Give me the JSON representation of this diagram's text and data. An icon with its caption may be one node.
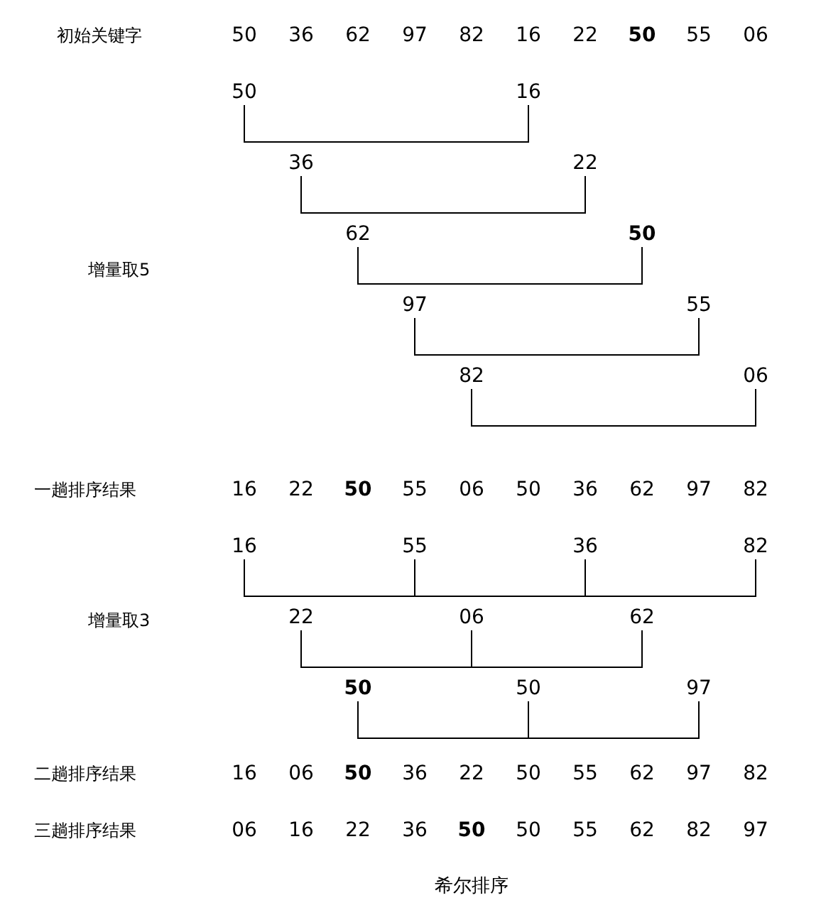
{
  "diagram": {
    "caption": "希尔排序",
    "nodes": [
      {
        "text": [
          "50"
        ]
      },
      {
        "text": [
          "16"
        ]
      },
      {
        "text": [
          "36"
        ]
      },
      {
        "text": [
          "22"
        ]
      },
      {
        "text": [
          "62"
        ]
      },
      {
        "text": [
          "50"
        ]
      },
      {
        "text": [
          "97"
        ]
      },
      {
        "text": [
          "55"
        ]
      },
      {
        "text": [
          "82"
        ]
      },
      {
        "text": [
          "06"
        ]
      },
      {
        "text": [
          "16"
        ]
      },
      {
        "text": [
          "55"
        ]
      },
      {
        "text": [
          "36"
        ]
      },
      {
        "text": [
          "82"
        ]
      },
      {
        "text": [
          "22"
        ]
      },
      {
        "text": [
          "06"
        ]
      },
      {
        "text": [
          "62"
        ]
      },
      {
        "text": [
          "50"
        ]
      },
      {
        "text": [
          "50"
        ]
      },
      {
        "text": [
          "97"
        ]
      }
    ],
    "edges": [
      {
        "from": 0,
        "to": 1,
        "arrow": "none"
      },
      {
        "from": 2,
        "to": 3,
        "arrow": "none"
      },
      {
        "from": 4,
        "to": 5,
        "arrow": "none"
      },
      {
        "from": 6,
        "to": 7,
        "arrow": "none"
      },
      {
        "from": 8,
        "to": 9,
        "arrow": "none"
      },
      {
        "from": 10,
        "to": 11,
        "arrow": "none"
      },
      {
        "from": 11,
        "to": 12,
        "arrow": "none"
      },
      {
        "from": 12,
        "to": 13,
        "arrow": "none"
      },
      {
        "from": 14,
        "to": 15,
        "arrow": "none"
      },
      {
        "from": 15,
        "to": 16,
        "arrow": "none"
      },
      {
        "from": 17,
        "to": 18,
        "arrow": "none"
      },
      {
        "from": 18,
        "to": 19,
        "arrow": "none"
      }
    ],
    "labels": [
      "初始关键字",
      "50",
      "36",
      "62",
      "97",
      "82",
      "16",
      "22",
      "50",
      "55",
      "06",
      "增量取5",
      "一趟排序结果",
      "16",
      "22",
      "50",
      "55",
      "06",
      "50",
      "36",
      "62",
      "97",
      "82",
      "增量取3",
      "二趟排序结果",
      "16",
      "06",
      "50",
      "36",
      "22",
      "50",
      "55",
      "62",
      "97",
      "82",
      "三趟排序结果",
      "06",
      "16",
      "22",
      "36",
      "50",
      "50",
      "55",
      "62",
      "82",
      "97"
    ]
  }
}
